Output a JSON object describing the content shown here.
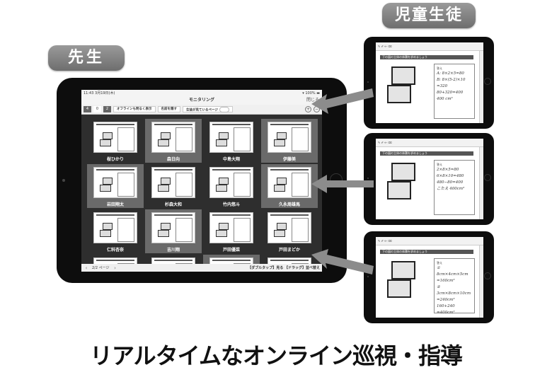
{
  "labels": {
    "teacher": "先生",
    "student": "児童生徒"
  },
  "caption": "リアルタイムなオンライン巡視・指導",
  "teacher_app": {
    "status": {
      "time": "11:43",
      "date": "3月19日(木)",
      "battery": "100%"
    },
    "title": "モニタリング",
    "close": "閉じる",
    "toolbar": {
      "counts": [
        "4",
        "0",
        "2"
      ],
      "buttons": [
        "オフラインも明るく表示",
        "名前を隠す",
        "生徒が見ているページ"
      ]
    },
    "zoom_icons": [
      "zoom-in-icon",
      "zoom-out-icon"
    ],
    "students": [
      {
        "name": "桜ひかり",
        "highlighted": false
      },
      {
        "name": "森日向",
        "highlighted": true
      },
      {
        "name": "中島大翔",
        "highlighted": false
      },
      {
        "name": "伊藤美",
        "highlighted": true
      },
      {
        "name": "岩田翔太",
        "highlighted": true
      },
      {
        "name": "杉森大和",
        "highlighted": false
      },
      {
        "name": "竹内悠斗",
        "highlighted": false
      },
      {
        "name": "久永周雄馬",
        "highlighted": true
      },
      {
        "name": "仁科杏奈",
        "highlighted": false
      },
      {
        "name": "吉川翔",
        "highlighted": true
      },
      {
        "name": "戸田優菜",
        "highlighted": false
      },
      {
        "name": "戸田まどか",
        "highlighted": false
      },
      {
        "name": "",
        "highlighted": false
      },
      {
        "name": "",
        "highlighted": false
      },
      {
        "name": "",
        "highlighted": true
      },
      {
        "name": "",
        "highlighted": false
      }
    ],
    "footer": {
      "page": "2/2",
      "page_label": "ページ",
      "hint": "【ダブルタップ】見る 【ドラッグ】並べ替え"
    }
  },
  "student_screens": [
    {
      "question": "下の図の立体の体積を求めましょう",
      "answer_label": "答え",
      "lines": [
        "A: 8×2×5=80",
        "B: 8×(5-2)×10",
        "=320",
        "80+320=400",
        "400 cm³"
      ]
    },
    {
      "question": "下の図の立体の体積を求めましょう",
      "answer_label": "答え",
      "lines": [
        "2×8×5=80",
        "6×8×10=480",
        "480−80=400",
        "こたえ 400cm³"
      ]
    },
    {
      "question": "下の図の立体の体積を求めましょう",
      "answer_label": "答え",
      "lines": [
        "① 8cm×4cm×5cm",
        "=160cm³",
        "② 3cm×8cm×10cm",
        "=240cm³",
        "160+240",
        "=400cm³"
      ]
    }
  ]
}
